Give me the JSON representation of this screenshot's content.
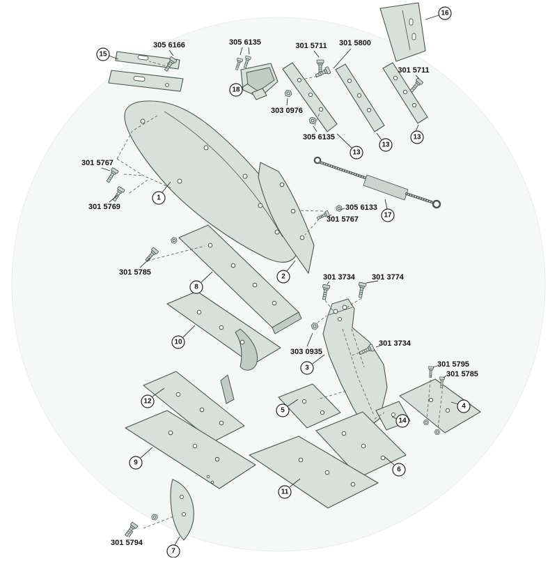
{
  "diagram": {
    "kind": "exploded-parts-diagram",
    "colors": {
      "part_fill": "#d8e0da",
      "part_edge": "#46554d",
      "metal_fill": "#cbd4ce",
      "label_text": "#101010",
      "background": "#ffffff"
    },
    "part_numbers": [
      "305 6166",
      "305 6135",
      "301 5711",
      "301 5800",
      "303 0976",
      "305 6135",
      "301 5711",
      "301 5767",
      "301 5769",
      "305 6133",
      "301 5767",
      "301 5785",
      "301 3734",
      "301 3774",
      "303 0935",
      "301 3734",
      "301 5795",
      "301 5785",
      "301 5794"
    ],
    "callouts": [
      "15",
      "18",
      "16",
      "13",
      "13",
      "13",
      "17",
      "1",
      "2",
      "8",
      "10",
      "3",
      "12",
      "5",
      "14",
      "9",
      "6",
      "11",
      "7",
      "4"
    ]
  }
}
